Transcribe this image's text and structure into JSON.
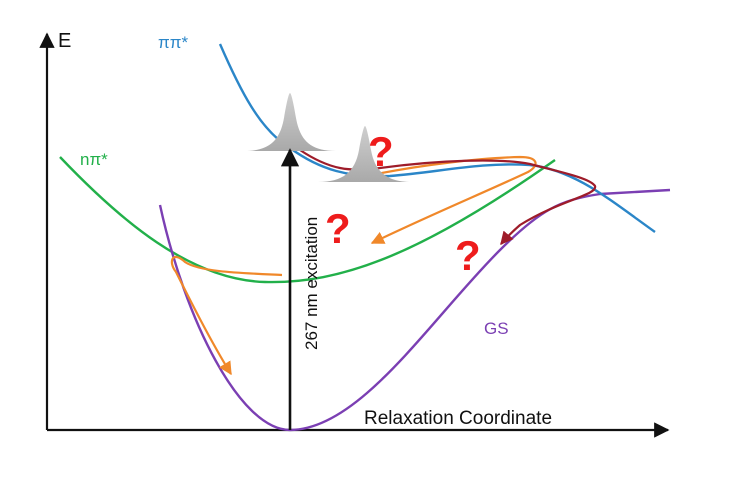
{
  "axes": {
    "y_label": "E",
    "x_label": "Relaxation Coordinate"
  },
  "states": {
    "pipi": {
      "label": "ππ*",
      "color": "#2b86c8"
    },
    "npi": {
      "label": "nπ*",
      "color": "#22b04a"
    },
    "gs": {
      "label": "GS",
      "color": "#7b3fb3"
    }
  },
  "excitation": {
    "label": "267 nm excitation"
  },
  "markers": {
    "q1": "?",
    "q2": "?",
    "q3": "?"
  },
  "colors": {
    "pathway_orange": "#f0882a",
    "pathway_darkred": "#9e1c2a",
    "question_red": "#ee1c1c",
    "wavepacket_gray": "#b8b8b8",
    "axis": "#111111"
  }
}
